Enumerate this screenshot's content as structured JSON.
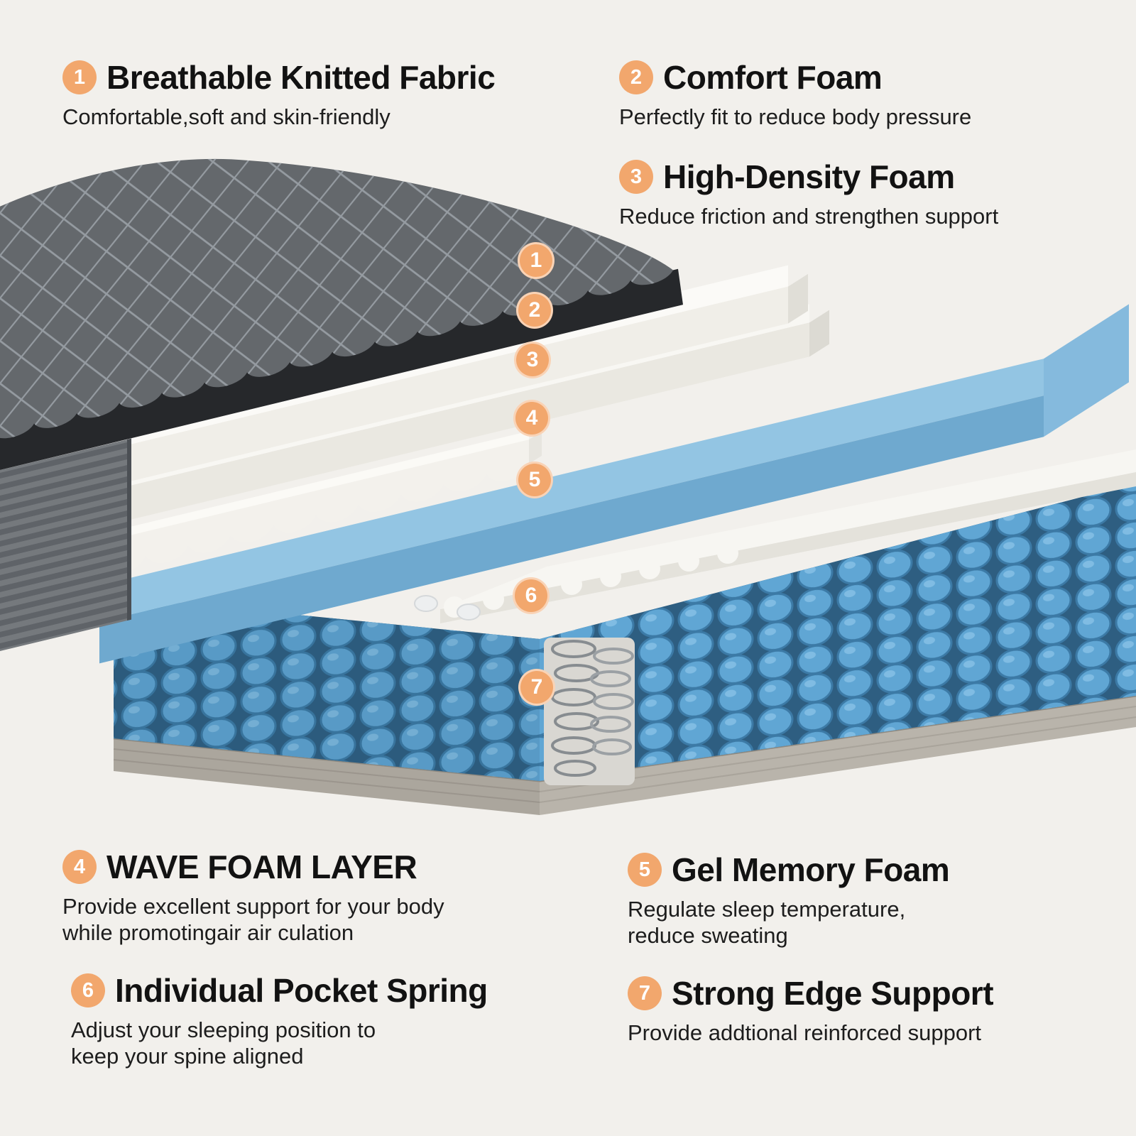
{
  "theme": {
    "background": "#f2f0ec",
    "badge_bg": "#f2a76d",
    "title_color": "#121212",
    "desc_color": "#1d1d1d",
    "spring_blue": "#60a6d4",
    "gel_blue": "#93c5e3",
    "fabric_gray": "#64686c"
  },
  "callouts": [
    {
      "number": "1",
      "title": "Breathable Knitted Fabric",
      "desc_lines": [
        "Comfortable,soft and skin-friendly"
      ]
    },
    {
      "number": "2",
      "title": "Comfort Foam",
      "desc_lines": [
        "Perfectly fit to reduce body pressure"
      ]
    },
    {
      "number": "3",
      "title": "High-Density Foam",
      "desc_lines": [
        "Reduce friction and strengthen support"
      ]
    },
    {
      "number": "4",
      "title": "WAVE FOAM LAYER",
      "desc_lines": [
        "Provide excellent support for your body",
        "while promotingair air culation"
      ]
    },
    {
      "number": "5",
      "title": "Gel Memory Foam",
      "desc_lines": [
        "Regulate sleep temperature,",
        "reduce sweating"
      ]
    },
    {
      "number": "6",
      "title": "Individual Pocket Spring",
      "desc_lines": [
        "Adjust your sleeping position to",
        "keep your spine aligned"
      ]
    },
    {
      "number": "7",
      "title": "Strong Edge Support",
      "desc_lines": [
        "Provide addtional reinforced support"
      ]
    }
  ],
  "diagram": {
    "markers": [
      "1",
      "2",
      "3",
      "4",
      "5",
      "6",
      "7"
    ]
  }
}
